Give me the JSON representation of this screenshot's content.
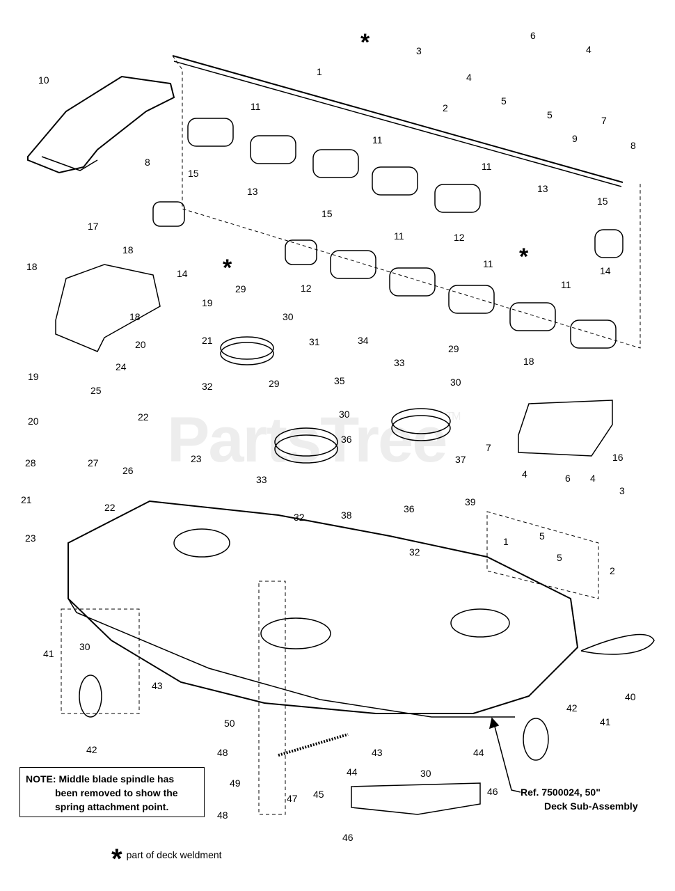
{
  "watermark": {
    "text": "PartsTree",
    "tm": "TM"
  },
  "note": {
    "line1": "NOTE: Middle blade spindle has",
    "line2": "been removed to show the",
    "line3": "spring attachment point."
  },
  "reference": {
    "line1": "Ref. 7500024, 50\"",
    "line2": "Deck Sub-Assembly"
  },
  "footnote": {
    "star": "*",
    "text": "part of deck weldment"
  },
  "callouts": [
    "1",
    "2",
    "3",
    "4",
    "5",
    "6",
    "7",
    "8",
    "9",
    "10",
    "11",
    "12",
    "13",
    "14",
    "15",
    "16",
    "17",
    "18",
    "19",
    "20",
    "21",
    "22",
    "23",
    "24",
    "25",
    "26",
    "27",
    "28",
    "29",
    "30",
    "31",
    "32",
    "33",
    "34",
    "35",
    "36",
    "37",
    "38",
    "39",
    "40",
    "41",
    "42",
    "43",
    "44",
    "45",
    "46",
    "47",
    "48",
    "49",
    "50",
    "*"
  ]
}
